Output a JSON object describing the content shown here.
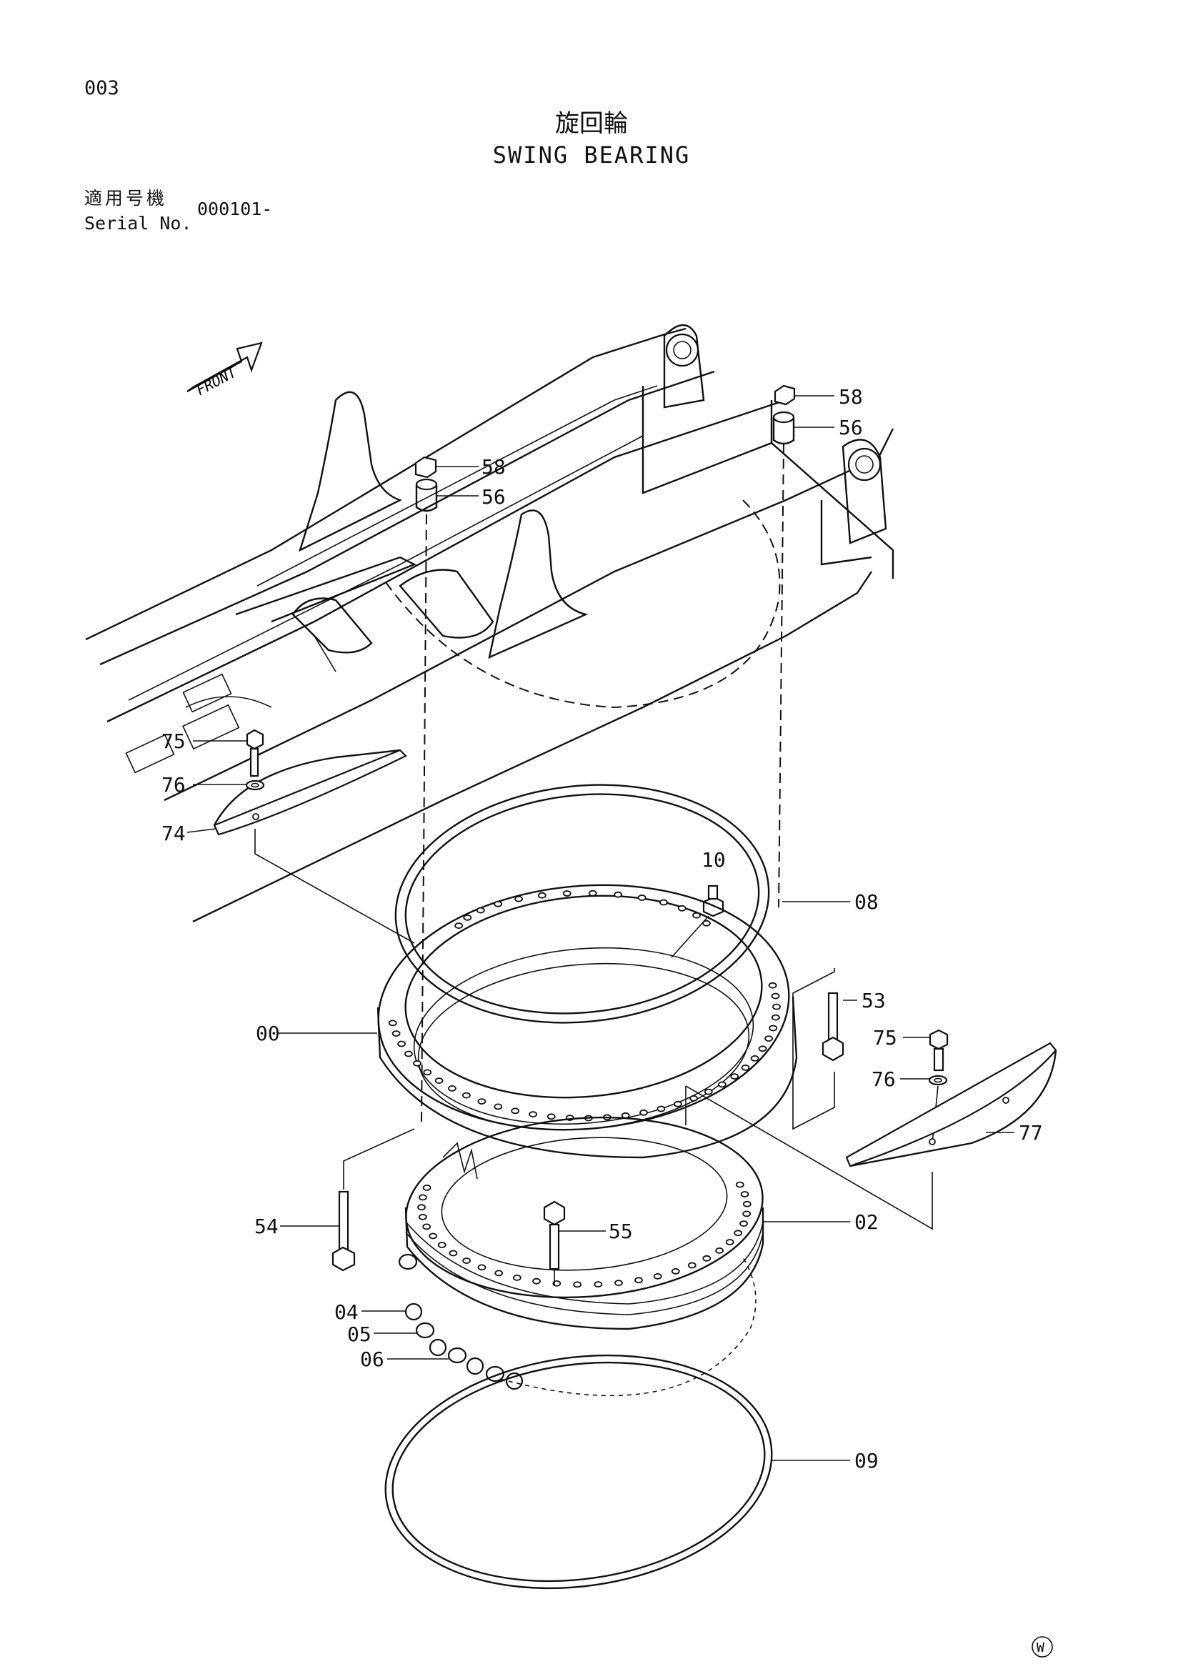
{
  "header": {
    "page_code": "003",
    "title_jp": "旋回輪",
    "title_en": "SWING BEARING",
    "serial_label_jp": "適用号機",
    "serial_label_en": "Serial No.",
    "serial_value": "000101-"
  },
  "front_tag": "FRONT",
  "callouts": {
    "c58a": "58",
    "c56a": "56",
    "c58b": "58",
    "c56b": "56",
    "c75a": "75",
    "c76a": "76",
    "c74": "74",
    "c10": "10",
    "c08": "08",
    "c53": "53",
    "c75b": "75",
    "c76b": "76",
    "c77": "77",
    "c00": "00",
    "c54": "54",
    "c55": "55",
    "c02": "02",
    "c04": "04",
    "c05": "05",
    "c06": "06",
    "c09": "09"
  },
  "footer_mark": "W"
}
